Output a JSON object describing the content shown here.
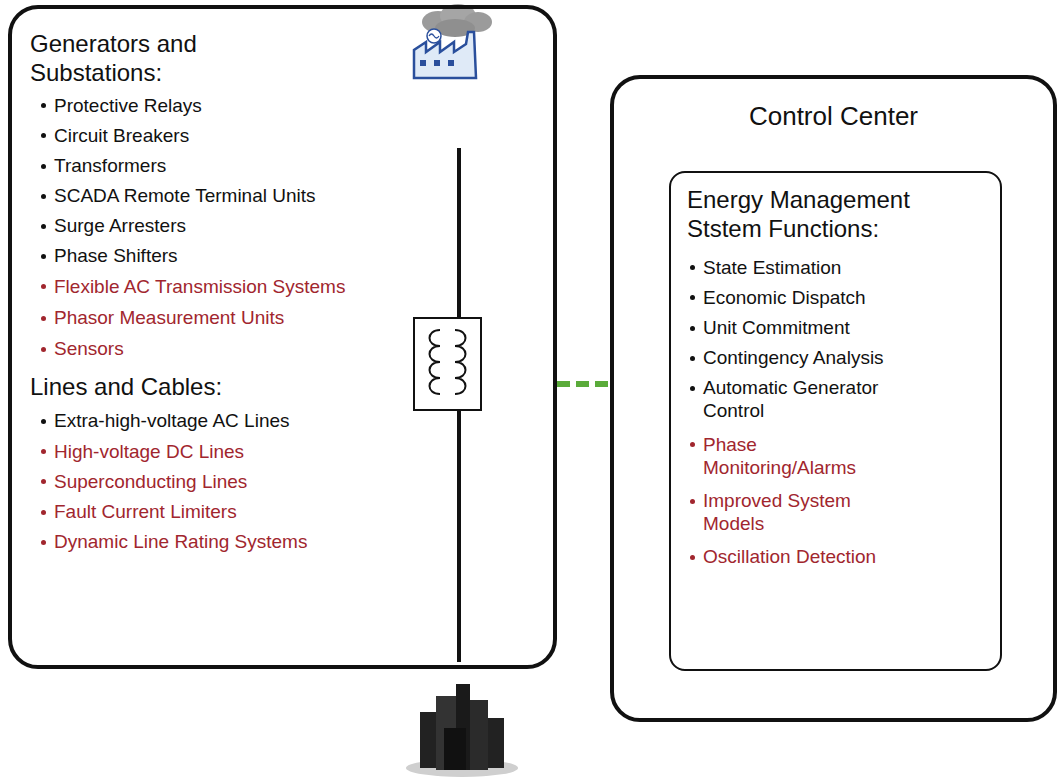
{
  "diagram": {
    "nodes": [
      {
        "text": [
          "Generators and Substations:",
          "Protective Relays",
          "Circuit Breakers",
          "Transformers",
          "SCADA Remote Terminal Units",
          "Surge Arresters",
          "Phase Shifters",
          "Flexible AC Transmission Systems",
          "Phasor Measurement Units",
          "Sensors",
          "Lines and Cables:",
          "Extra-high-voltage AC Lines",
          "High-voltage DC Lines",
          "Superconducting Lines",
          "Fault Current Limiters",
          "Dynamic Line Rating Systems"
        ]
      },
      {
        "text": [
          "Control Center"
        ]
      },
      {
        "text": [
          "Energy Management Ststem Functions:",
          "State Estimation",
          "Economic Dispatch",
          "Unit Commitment",
          "Contingency Analysis",
          "Automatic Generator Control",
          "Phase Monitoring/Alarms",
          "Improved System Models",
          "Oscillation Detection"
        ],
        "in": 1
      }
    ],
    "edges": [
      {
        "from": 0,
        "to": 1,
        "arrow": "none"
      }
    ]
  }
}
